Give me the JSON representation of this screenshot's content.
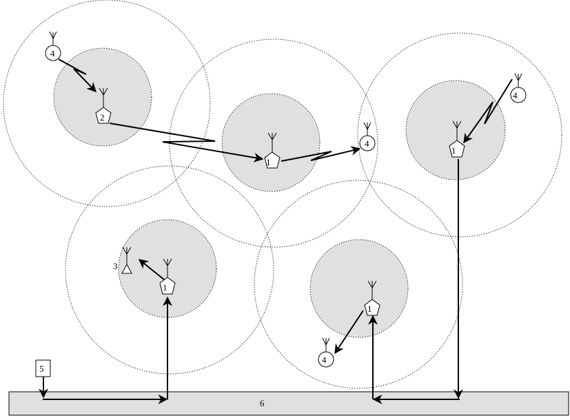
{
  "labels": {
    "terminal_4": "4",
    "station_2": "2",
    "station_1": "1",
    "node_3": "3",
    "box_5": "5",
    "bar_6": "6"
  },
  "colors": {
    "inner_fill": "#e0e0e0",
    "bar_fill": "#e0e0e0",
    "stroke": "#000000"
  },
  "icons": [
    "antenna-icon",
    "pentagon-station-icon",
    "circle-terminal-icon",
    "triangle-node-icon",
    "arrow-icon",
    "lightning-arrow-icon"
  ]
}
